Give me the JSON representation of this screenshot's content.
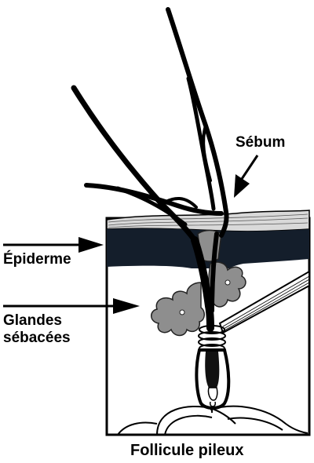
{
  "labels": {
    "sebum": "Sébum",
    "epiderme": "Épiderme",
    "glandes_line1": "Glandes",
    "glandes_line2": "sébacées",
    "follicule": "Follicule pileux"
  },
  "colors": {
    "ink": "#000000",
    "epidermis": "#141e2b",
    "gland": "#8e8e8e",
    "background": "#ffffff"
  }
}
